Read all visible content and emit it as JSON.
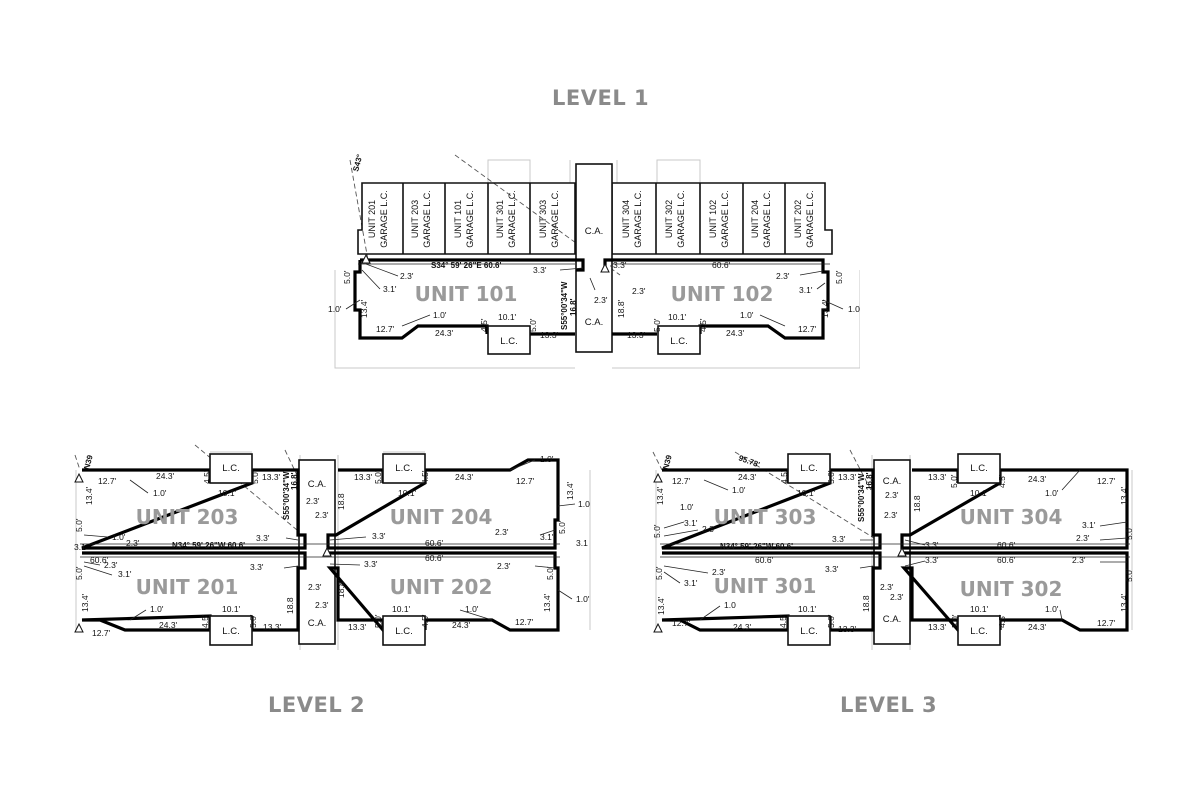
{
  "levels": {
    "level1": "LEVEL 1",
    "level2": "LEVEL 2",
    "level3": "LEVEL 3"
  },
  "labels": {
    "ca": "C.A.",
    "lc": "L.C."
  },
  "level1": {
    "garages": [
      {
        "unit": "UNIT 201",
        "type": "GARAGE L.C."
      },
      {
        "unit": "UNIT 203",
        "type": "GARAGE L.C."
      },
      {
        "unit": "UNIT 101",
        "type": "GARAGE L.C."
      },
      {
        "unit": "UNIT 301",
        "type": "GARAGE L.C."
      },
      {
        "unit": "UNIT 303",
        "type": "GARAGE L.C."
      },
      {
        "unit": "UNIT 304",
        "type": "GARAGE L.C."
      },
      {
        "unit": "UNIT 302",
        "type": "GARAGE L.C."
      },
      {
        "unit": "UNIT 102",
        "type": "GARAGE L.C."
      },
      {
        "unit": "UNIT 204",
        "type": "GARAGE L.C."
      },
      {
        "unit": "UNIT 202",
        "type": "GARAGE L.C."
      }
    ],
    "units": [
      "UNIT 101",
      "UNIT 102"
    ],
    "bearings": {
      "top_left": "S34° 59' 26\"E  60.6'",
      "vertical": "S55°00'34\"W",
      "vertical_len": "16.8'",
      "corner": "S43°"
    },
    "dims": {
      "d_60_6": "60.6'",
      "d_3_3": "3.3'",
      "d_2_3": "2.3'",
      "d_3_1": "3.1'",
      "d_5_0": "5.0'",
      "d_1_0": "1.0'",
      "d_13_4": "13.4'",
      "d_12_7": "12.7'",
      "d_24_3": "24.3'",
      "d_10_1": "10.1'",
      "d_4_5": "4.5'",
      "d_13_3": "13.3'",
      "d_18_8": "18.8'"
    }
  },
  "level2": {
    "units": [
      "UNIT 203",
      "UNIT 204",
      "UNIT 201",
      "UNIT 202"
    ],
    "bearings": {
      "middle": "N34° 59' 26\"W  60.6'",
      "vertical": "S55°00'34\"W",
      "vertical_len": "16.8'",
      "corner": "N39"
    },
    "dims": {
      "d_12_7": "12.7'",
      "d_24_3": "24.3'",
      "d_1_0": "1.0'",
      "d_10_1": "10.1'",
      "d_4_5": "4.5'",
      "d_5_0": "5.0'",
      "d_13_3": "13.3'",
      "d_13_4": "13.4'",
      "d_2_3": "2.3'",
      "d_3_3": "3.3'",
      "d_3_1": "3.1'",
      "d_3_1b": "3.1",
      "d_60_6": "60.6'",
      "d_18_8": "18.8",
      "d_18_8p": "18.8'",
      "d_1_0b": "1.0",
      "d_3_1c": "3.1'"
    }
  },
  "level3": {
    "units": [
      "UNIT 303",
      "UNIT 304",
      "UNIT 301",
      "UNIT 302"
    ],
    "bearings": {
      "middle": "N34° 59' 26\"W  60.6'",
      "vertical": "S55°00'34\"W",
      "vertical_len": "16.8'",
      "corner": "N39",
      "corner2": "95.78'"
    },
    "dims": {
      "d_12_7": "12.7'",
      "d_24_3": "24.3'",
      "d_1_0": "1.0'",
      "d_1_0b": "1.0",
      "d_10_1": "10.1'",
      "d_4_5": "4.5'",
      "d_5_0": "5.0'",
      "d_13_3": "13.3'",
      "d_13_4": "13.4'",
      "d_2_3": "2.3'",
      "d_3_3": "3.3'",
      "d_3_1": "3.1'",
      "d_60_6": "60.6'",
      "d_18_8": "18.8",
      "d_18_8p": "18.8'"
    }
  }
}
